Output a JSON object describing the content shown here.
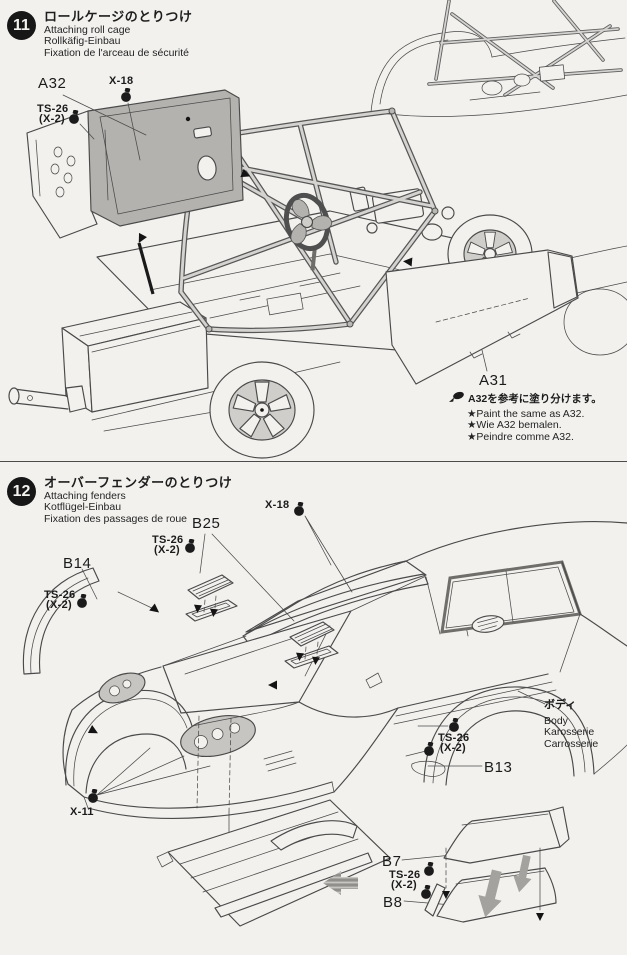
{
  "steps": {
    "s11": {
      "number": "11",
      "title_ja": "ロールケージのとりつけ",
      "title_en": "Attaching roll cage",
      "title_de": "Rollkäfig-Einbau",
      "title_fr": "Fixation de l'arceau de sécurité"
    },
    "s12": {
      "number": "12",
      "title_ja": "オーバーフェンダーのとりつけ",
      "title_en": "Attaching fenders",
      "title_de": "Kotflügel-Einbau",
      "title_fr": "Fixation des passages de roue"
    }
  },
  "parts": {
    "a32": "A32",
    "a31": "A31",
    "b25": "B25",
    "b14": "B14",
    "b13": "B13",
    "b7": "B7",
    "b8": "B8"
  },
  "paints": {
    "x18": "X-18",
    "x11": "X-11",
    "ts26": "TS-26",
    "ts26_qty": "(X-2)"
  },
  "note_a31": {
    "ja": "A32を参考に塗り分けます。",
    "en": "★Paint the same as A32.",
    "de": "★Wie A32 bemalen.",
    "fr": "★Peindre comme A32."
  },
  "body_callout": {
    "ja": "ボディ",
    "en": "Body",
    "de": "Karosserie",
    "fr": "Carrosserie"
  },
  "colors": {
    "paper": "#f2f1ee",
    "line": "#4a4a4a",
    "shade": "#b3b2af",
    "badge": "#171717",
    "gray_arrow": "#a3a29f"
  },
  "icons": {
    "paint_jar": "paint-jar-icon",
    "paint_brush": "paint-brush-icon",
    "assembly_arrow": "assembly-arrow-icon",
    "direction_arrow": "direction-arrow-icon"
  }
}
